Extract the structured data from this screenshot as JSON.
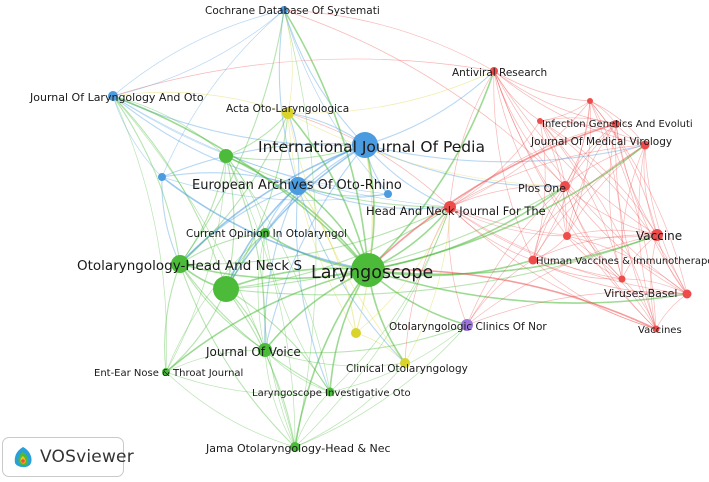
{
  "app": {
    "name": "VOSviewer"
  },
  "colors": {
    "red": "#ee4b4b",
    "green": "#4cbb3a",
    "blue": "#4a9be0",
    "yellow": "#d9d32c",
    "purple": "#9b73dc"
  },
  "clusters": [
    {
      "id": "red",
      "color": "#ee4b4b"
    },
    {
      "id": "green",
      "color": "#4cbb3a"
    },
    {
      "id": "blue",
      "color": "#4a9be0"
    },
    {
      "id": "yellow",
      "color": "#d9d32c"
    },
    {
      "id": "purple",
      "color": "#9b73dc"
    }
  ],
  "nodes": [
    {
      "id": "cochrane",
      "label": "Cochrane Database Of Systemati",
      "cluster": "blue"
    },
    {
      "id": "jlo",
      "label": "Journal Of Laryngology And Oto",
      "cluster": "blue"
    },
    {
      "id": "ijpo",
      "label": "International Journal Of Pedia",
      "cluster": "blue"
    },
    {
      "id": "eaorl",
      "label": "European Archives Of Oto-Rhino",
      "cluster": "blue"
    },
    {
      "id": "acta",
      "label": "Acta Oto-Laryngologica",
      "cluster": "yellow"
    },
    {
      "id": "antiviral",
      "label": "Antiviral Research",
      "cluster": "red"
    },
    {
      "id": "infgen",
      "label": "Infection Genetics And Evoluti",
      "cluster": "red"
    },
    {
      "id": "jmv",
      "label": "Journal Of Medical Virology",
      "cluster": "red"
    },
    {
      "id": "plos",
      "label": "Plos One",
      "cluster": "red"
    },
    {
      "id": "headneck",
      "label": "Head And Neck-Journal For The",
      "cluster": "red"
    },
    {
      "id": "vaccine",
      "label": "Vaccine",
      "cluster": "red"
    },
    {
      "id": "hvi",
      "label": "Human Vaccines & Immunotherape",
      "cluster": "red"
    },
    {
      "id": "viruses",
      "label": "Viruses-Basel",
      "cluster": "red"
    },
    {
      "id": "vaccines",
      "label": "Vaccines",
      "cluster": "red"
    },
    {
      "id": "coo",
      "label": "Current Opinion In Otolaryngol",
      "cluster": "green"
    },
    {
      "id": "ohns",
      "label": "Otolaryngology-Head And Neck S",
      "cluster": "green"
    },
    {
      "id": "laryngoscope",
      "label": "Laryngoscope",
      "cluster": "green"
    },
    {
      "id": "jvoice",
      "label": "Journal Of Voice",
      "cluster": "green"
    },
    {
      "id": "ent",
      "label": "Ent-Ear Nose & Throat Journal",
      "cluster": "green"
    },
    {
      "id": "lio",
      "label": "Laryngoscope Investigative Oto",
      "cluster": "green"
    },
    {
      "id": "jama",
      "label": "Jama Otolaryngology-Head & Nec",
      "cluster": "green"
    },
    {
      "id": "clinoto",
      "label": "Clinical Otolaryngology",
      "cluster": "yellow"
    },
    {
      "id": "ocna",
      "label": "Otolaryngologic Clinics Of Nor",
      "cluster": "purple"
    }
  ]
}
